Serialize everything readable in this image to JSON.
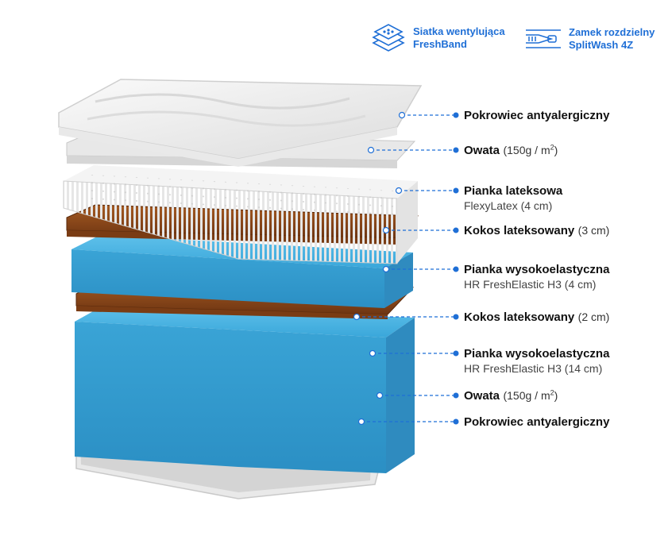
{
  "features": [
    {
      "icon": "mesh-layers-icon",
      "line1": "Siatka wentylująca",
      "line2": "FreshBand"
    },
    {
      "icon": "zipper-icon",
      "line1": "Zamek rozdzielny",
      "line2": "SplitWash 4Z"
    }
  ],
  "layers": [
    {
      "name": "Pokrowiec antyalergiczny",
      "extra": "",
      "sub": ""
    },
    {
      "name": "Owata",
      "extra": "(150g / m",
      "sup": "2",
      "extra_end": ")",
      "sub": ""
    },
    {
      "name": "Pianka lateksowa",
      "extra": "",
      "sub": "FlexyLatex (4 cm)"
    },
    {
      "name": "Kokos lateksowany",
      "extra": "(3 cm)",
      "sub": ""
    },
    {
      "name": "Pianka wysokoelastyczna",
      "extra": "",
      "sub": "HR FreshElastic H3 (4 cm)"
    },
    {
      "name": "Kokos lateksowany",
      "extra": "(2 cm)",
      "sub": ""
    },
    {
      "name": "Pianka wysokoelastyczna",
      "extra": "",
      "sub": "HR FreshElastic H3 (14 cm)"
    },
    {
      "name": "Owata",
      "extra": "(150g / m",
      "sup": "2",
      "extra_end": ")",
      "sub": ""
    },
    {
      "name": "Pokrowiec antyalergiczny",
      "extra": "",
      "sub": ""
    }
  ],
  "colors": {
    "accent": "#1f6fd6",
    "foam_blue": "#3fa9d8",
    "coconut": "#8b4a1c",
    "white_cover": "#f1f1f1"
  }
}
